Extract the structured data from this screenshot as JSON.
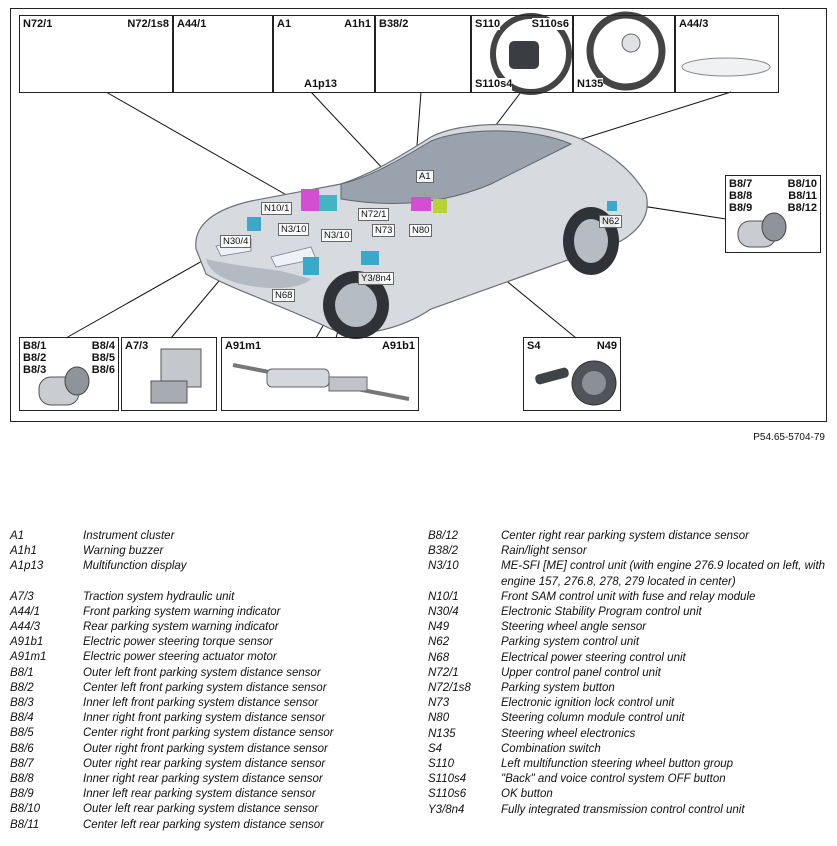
{
  "figure_ref": "P54.65-5704-79",
  "boxes": {
    "n72": {
      "labels": [
        "N72/1",
        "N72/1s8"
      ]
    },
    "a44_1": {
      "labels": [
        "A44/1"
      ]
    },
    "a1": {
      "labels": [
        "A1",
        "A1h1",
        "A1p13"
      ]
    },
    "b38_2": {
      "labels": [
        "B38/2"
      ]
    },
    "s110": {
      "labels": [
        "S110",
        "S110s6",
        "S110s4"
      ]
    },
    "n135": {
      "labels": [
        "N135"
      ]
    },
    "a44_3": {
      "labels": [
        "A44/3"
      ]
    },
    "b8_rear": {
      "labels": [
        "B8/7",
        "B8/10",
        "B8/8",
        "B8/11",
        "B8/9",
        "B8/12"
      ]
    },
    "b8_front": {
      "labels": [
        "B8/1",
        "B8/4",
        "B8/2",
        "B8/5",
        "B8/3",
        "B8/6"
      ]
    },
    "a7_3": {
      "labels": [
        "A7/3"
      ]
    },
    "a91": {
      "labels": [
        "A91m1",
        "A91b1"
      ]
    },
    "s4": {
      "labels": [
        "S4",
        "N49"
      ]
    }
  },
  "callouts": [
    "A1",
    "N10/1",
    "N72/1",
    "N62",
    "N3/10",
    "N3/10",
    "N73",
    "N80",
    "N30/4",
    "Y3/8n4",
    "N68"
  ],
  "legend_left": [
    {
      "code": "A1",
      "desc": "Instrument cluster"
    },
    {
      "code": "A1h1",
      "desc": "Warning buzzer"
    },
    {
      "code": "A1p13",
      "desc": "Multifunction display"
    },
    {
      "code": "",
      "desc": ""
    },
    {
      "code": "A7/3",
      "desc": "Traction system hydraulic unit"
    },
    {
      "code": "A44/1",
      "desc": "Front parking system warning indicator"
    },
    {
      "code": "A44/3",
      "desc": "Rear parking system warning indicator"
    },
    {
      "code": "A91b1",
      "desc": "Electric power steering torque sensor"
    },
    {
      "code": "A91m1",
      "desc": "Electric power steering actuator motor"
    },
    {
      "code": "B8/1",
      "desc": "Outer left front parking system distance sensor"
    },
    {
      "code": "B8/2",
      "desc": "Center left front parking system distance sensor"
    },
    {
      "code": "B8/3",
      "desc": "Inner left front parking system distance sensor"
    },
    {
      "code": "B8/4",
      "desc": "Inner right front parking system distance sensor"
    },
    {
      "code": "B8/5",
      "desc": "Center right front parking system distance sensor"
    },
    {
      "code": "B8/6",
      "desc": "Outer right front parking system distance sensor"
    },
    {
      "code": "B8/7",
      "desc": "Outer right rear parking system distance sensor"
    },
    {
      "code": "B8/8",
      "desc": "Inner right rear parking system distance sensor"
    },
    {
      "code": "B8/9",
      "desc": "Inner left rear parking system distance sensor"
    },
    {
      "code": "B8/10",
      "desc": "Outer left rear parking system distance sensor"
    },
    {
      "code": "B8/11",
      "desc": "Center left rear parking system distance sensor"
    }
  ],
  "legend_right": [
    {
      "code": "B8/12",
      "desc": "Center right rear parking system distance sensor"
    },
    {
      "code": "B38/2",
      "desc": "Rain/light sensor"
    },
    {
      "code": "N3/10",
      "desc": "ME-SFI [ME] control unit (with engine 276.9 located on left, with engine 157, 276.8, 278, 279 located in center)"
    },
    {
      "code": "N10/1",
      "desc": "Front SAM control unit with fuse and relay module"
    },
    {
      "code": "N30/4",
      "desc": "Electronic Stability Program control unit"
    },
    {
      "code": "N49",
      "desc": "Steering wheel angle sensor"
    },
    {
      "code": "N62",
      "desc": "Parking system control unit"
    },
    {
      "code": "N68",
      "desc": "Electrical power steering control unit"
    },
    {
      "code": "N72/1",
      "desc": "Upper control panel control unit"
    },
    {
      "code": "N72/1s8",
      "desc": "Parking system button"
    },
    {
      "code": "N73",
      "desc": "Electronic ignition lock control unit"
    },
    {
      "code": "N80",
      "desc": "Steering column module control unit"
    },
    {
      "code": "N135",
      "desc": "Steering wheel electronics"
    },
    {
      "code": "S4",
      "desc": "Combination switch"
    },
    {
      "code": "S110",
      "desc": "Left multifunction steering wheel button group"
    },
    {
      "code": "S110s4",
      "desc": "\"Back\" and voice control system OFF button"
    },
    {
      "code": "S110s6",
      "desc": "OK button"
    },
    {
      "code": "Y3/8n4",
      "desc": "Fully integrated transmission control control unit"
    }
  ]
}
